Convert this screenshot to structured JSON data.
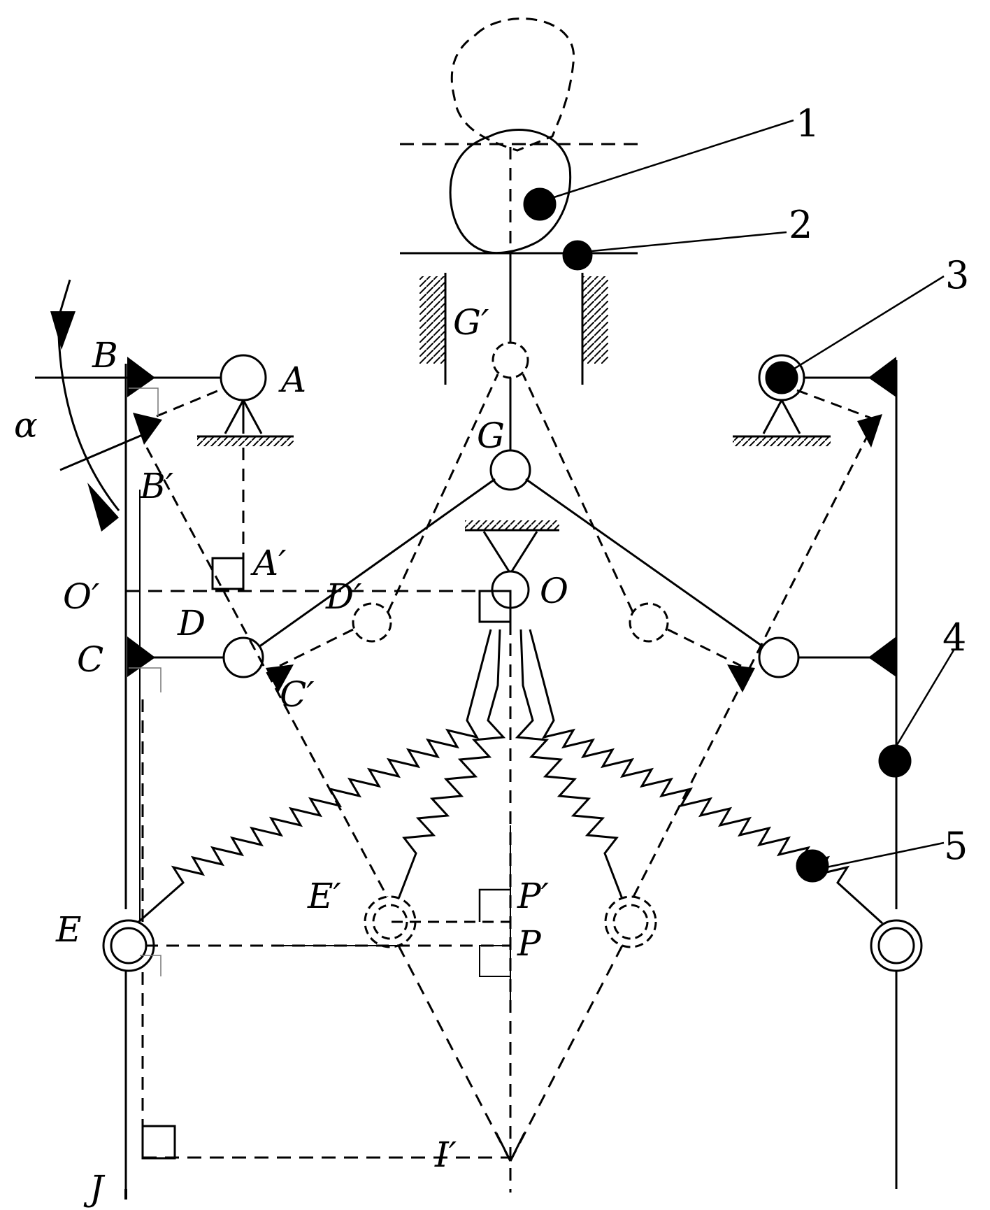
{
  "colors": {
    "stroke": "#000000",
    "background": "#ffffff"
  },
  "labels": {
    "A": "A",
    "A_prime": "A′",
    "B": "B",
    "B_prime": "B′",
    "C": "C",
    "C_prime": "C′",
    "D": "D",
    "D_prime": "D′",
    "E": "E",
    "E_prime": "E′",
    "G": "G",
    "G_prime": "G′",
    "O": "O",
    "O_prime": "O′",
    "P": "P",
    "P_prime": "P′",
    "I_prime": "I′",
    "J": "J",
    "alpha": "α"
  },
  "callouts": [
    "1",
    "2",
    "3",
    "4",
    "5"
  ]
}
